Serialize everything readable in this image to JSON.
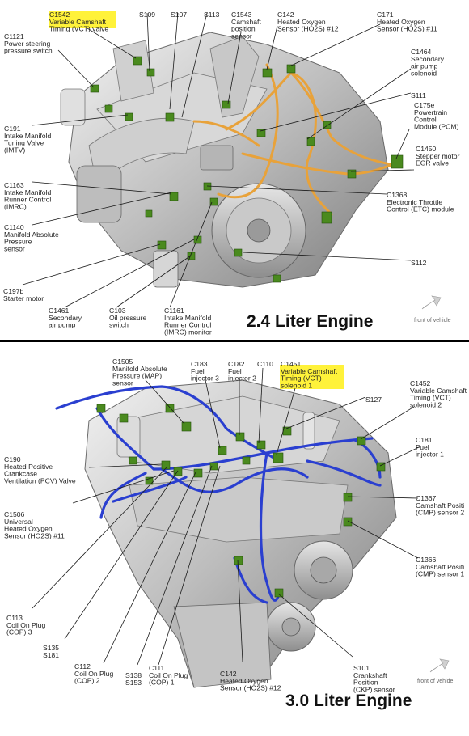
{
  "top_diagram": {
    "title": "2.4 Liter Engine",
    "front_label": "front of vehicle",
    "labels": [
      {
        "id": "c1542",
        "lines": [
          "C1542",
          "Variable Camshaft",
          "Timing (VCT) valve"
        ],
        "highlight": true
      },
      {
        "id": "s109",
        "lines": [
          "S109"
        ]
      },
      {
        "id": "s107",
        "lines": [
          "S107"
        ]
      },
      {
        "id": "s113",
        "lines": [
          "S113"
        ]
      },
      {
        "id": "c1543",
        "lines": [
          "C1543",
          "Camshaft",
          "position",
          "sensor"
        ]
      },
      {
        "id": "c142",
        "lines": [
          "C142",
          "Heated Oxygen",
          "Sensor (HO2S) #12"
        ]
      },
      {
        "id": "c171",
        "lines": [
          "C171",
          "Heated Oxygen",
          "Sensor (HO2S) #11"
        ]
      },
      {
        "id": "c1121",
        "lines": [
          "C1121",
          "Power steering",
          "pressure switch"
        ]
      },
      {
        "id": "c1464",
        "lines": [
          "C1464",
          "Secondary",
          "air pump",
          "solenoid"
        ]
      },
      {
        "id": "s111",
        "lines": [
          "S111"
        ]
      },
      {
        "id": "c175e",
        "lines": [
          "C175e",
          "Powertrain",
          "Control",
          "Module (PCM)"
        ]
      },
      {
        "id": "c191",
        "lines": [
          "C191",
          "Intake Manifold",
          "Tuning Valve",
          "(IMTV)"
        ]
      },
      {
        "id": "c1450",
        "lines": [
          "C1450",
          "Stepper motor",
          "EGR valve"
        ]
      },
      {
        "id": "c1163",
        "lines": [
          "C1163",
          "Intake Manifold",
          "Runner Control",
          "(IMRC)"
        ]
      },
      {
        "id": "c1368",
        "lines": [
          "C1368",
          "Electronic Throttle",
          "Control (ETC) module"
        ]
      },
      {
        "id": "c1140",
        "lines": [
          "C1140",
          "Manifold Absolute",
          "Pressure",
          "sensor"
        ]
      },
      {
        "id": "s112",
        "lines": [
          "S112"
        ]
      },
      {
        "id": "c197b",
        "lines": [
          "C197b",
          "Starter motor"
        ]
      },
      {
        "id": "c1461",
        "lines": [
          "C1461",
          "Secondary",
          "air pump"
        ]
      },
      {
        "id": "c103",
        "lines": [
          "C103",
          "Oil pressure",
          "switch"
        ]
      },
      {
        "id": "c1161",
        "lines": [
          "C1161",
          "Intake Manifold",
          "Runner Control",
          "(IMRC) monitor"
        ]
      }
    ]
  },
  "bottom_diagram": {
    "title": "3.0 Liter Engine",
    "front_label": "front of vehide",
    "labels": [
      {
        "id": "c1505",
        "lines": [
          "C1505",
          "Manifold Absolute",
          "Pressure (MAP)",
          "sensor"
        ]
      },
      {
        "id": "c183",
        "lines": [
          "C183",
          "Fuel",
          "injector 3"
        ]
      },
      {
        "id": "c182",
        "lines": [
          "C182",
          "Fuel",
          "injector 2"
        ]
      },
      {
        "id": "c110",
        "lines": [
          "C110"
        ]
      },
      {
        "id": "c1451",
        "lines": [
          "C1451",
          "Variable Camshaft",
          "Timing (VCT)",
          "solenoid 1"
        ],
        "highlight": true
      },
      {
        "id": "c1452",
        "lines": [
          "C1452",
          "Variable Camshaft",
          "Timing (VCT)",
          "solenoid 2"
        ]
      },
      {
        "id": "s127",
        "lines": [
          "S127"
        ]
      },
      {
        "id": "c190",
        "lines": [
          "C190",
          "Heated Positive",
          "Crankcase",
          "Ventilation (PCV) Valve"
        ]
      },
      {
        "id": "c181",
        "lines": [
          "C181",
          "Fuel",
          "injector 1"
        ]
      },
      {
        "id": "c1506",
        "lines": [
          "C1506",
          "Universal",
          "Heated Oxygen",
          "Sensor (HO2S) #11"
        ]
      },
      {
        "id": "c1367",
        "lines": [
          "C1367",
          "Camshaft Positi",
          "(CMP) sensor 2"
        ]
      },
      {
        "id": "c1366",
        "lines": [
          "C1366",
          "Camshaft Positi",
          "(CMP) sensor 1"
        ]
      },
      {
        "id": "c113",
        "lines": [
          "C113",
          "Coil On Plug",
          "(COP) 3"
        ]
      },
      {
        "id": "s135",
        "lines": [
          "S135",
          "S181"
        ]
      },
      {
        "id": "c112",
        "lines": [
          "C112",
          "Coil On Plug",
          "(COP) 2"
        ]
      },
      {
        "id": "s138",
        "lines": [
          "S138",
          "S153"
        ]
      },
      {
        "id": "c111",
        "lines": [
          "C111",
          "Coil On Plug",
          "(COP) 1"
        ]
      },
      {
        "id": "c142b",
        "lines": [
          "C142",
          "Heated Oxygen",
          "Sensor (HO2S) #12"
        ]
      },
      {
        "id": "s101",
        "lines": [
          "S101",
          "Crankshaft",
          "Position",
          "(CKP) sensor"
        ]
      }
    ]
  },
  "colors": {
    "highlight": "#fff23a",
    "harness_top": "#e8a23a",
    "harness_bottom": "#2a3fd0",
    "connector": "#4a8a1e"
  }
}
